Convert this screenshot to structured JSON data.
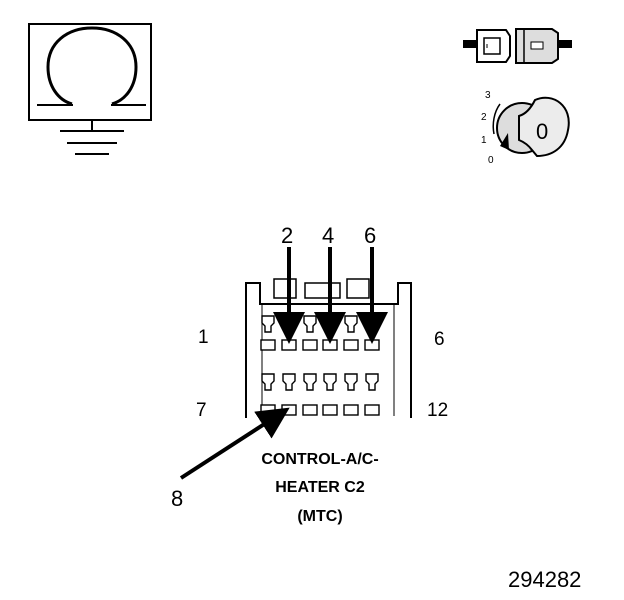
{
  "meter_symbol": {
    "icon": "ohmmeter-ground-icon"
  },
  "connector_icon": {
    "icon": "connector-disconnect-icon"
  },
  "ignition": {
    "icon": "ignition-key-icon",
    "positions": [
      "3",
      "2",
      "1",
      "0"
    ],
    "key_label": "0"
  },
  "connector": {
    "pin_arrows": [
      "2",
      "4",
      "6",
      "8"
    ],
    "row_labels": {
      "top_left": "1",
      "top_right": "6",
      "bottom_left": "7",
      "bottom_right": "12"
    },
    "caption_lines": [
      "CONTROL-A/C-",
      "HEATER C2",
      "(MTC)"
    ]
  },
  "figure_number": "294282"
}
